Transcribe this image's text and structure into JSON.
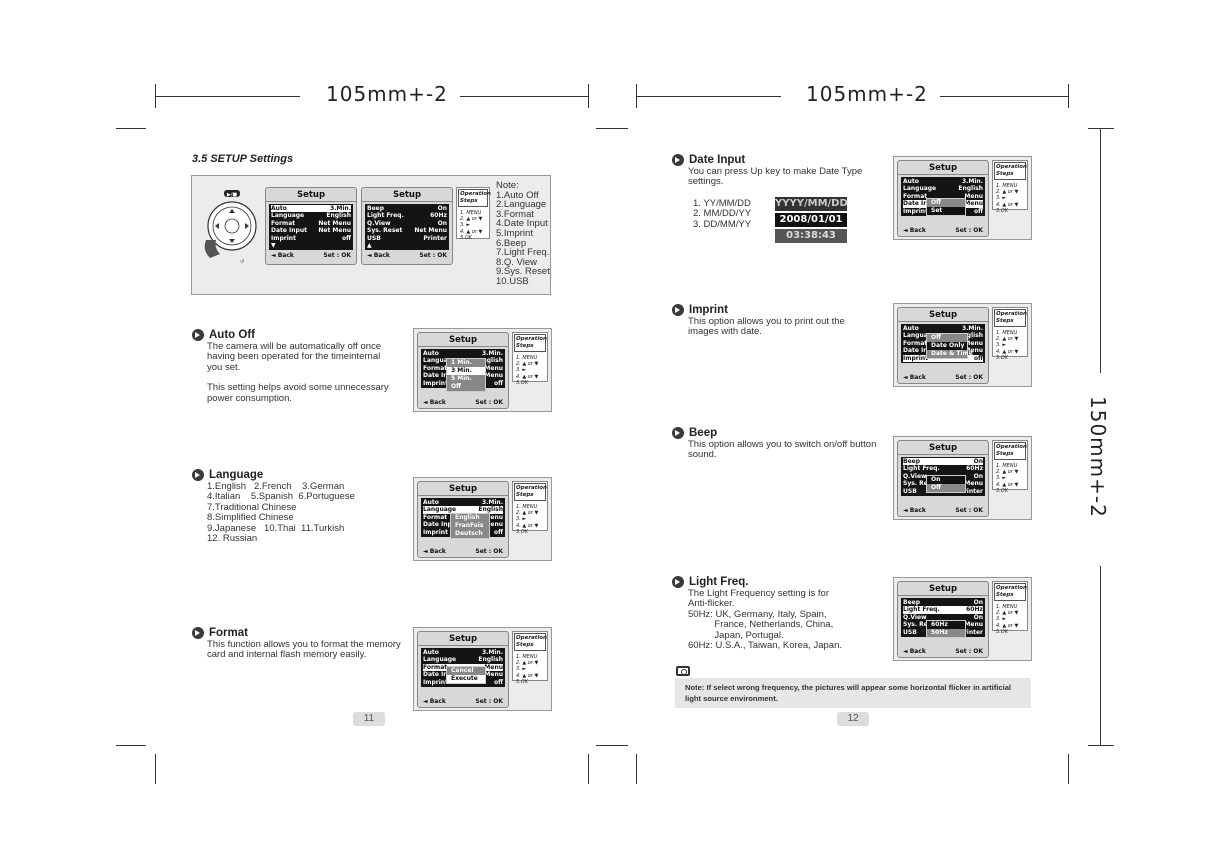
{
  "dimensions": {
    "width_label_left": "105mm+-2",
    "width_label_right": "105mm+-2",
    "height_label": "150mm+-2"
  },
  "left_page": {
    "section_title": "3.5 SETUP Settings",
    "figure": {
      "screen1": {
        "title": "Setup",
        "rows": [
          {
            "k": "Auto",
            "v": "3.Min.",
            "sel": false
          },
          {
            "k": "Language",
            "v": "English",
            "sel": false
          },
          {
            "k": "Format",
            "v": "Net Menu",
            "sel": false
          },
          {
            "k": "Date Input",
            "v": "Net Menu",
            "sel": false
          },
          {
            "k": "Imprint",
            "v": "off",
            "sel": false
          }
        ],
        "back": "◄ Back",
        "set": "Set : OK"
      },
      "screen2": {
        "title": "Setup",
        "rows": [
          {
            "k": "Beep",
            "v": "On"
          },
          {
            "k": "Light Freq.",
            "v": "60Hz"
          },
          {
            "k": "Q.View",
            "v": "On"
          },
          {
            "k": "Sys. Reset",
            "v": "Net Menu"
          },
          {
            "k": "USB",
            "v": "Printer"
          }
        ],
        "back": "◄ Back",
        "set": "Set : OK"
      },
      "op_title": "Operation Steps",
      "op_steps": [
        "1. MENU",
        "2. ▲ or ▼",
        "3. ►",
        "4. ▲ or ▼",
        "5.OK"
      ],
      "note_title": "Note:",
      "notes": [
        "1.Auto Off",
        "2.Language",
        "3.Format",
        "4.Date Input",
        "5.Imprint",
        "6.Beep",
        "7.Light Freq.",
        "8.Q. View",
        "9.Sys. Reset",
        "10.USB"
      ]
    },
    "auto_off": {
      "title": "Auto Off",
      "p1": "The camera will be automatically off once having been operated for the timeinternal you set.",
      "p2": "This setting helps avoid some unnecessary power consumption.",
      "screen": {
        "title": "Setup",
        "rows": [
          [
            "Auto",
            "3.Min."
          ],
          [
            "Langua",
            "nglish"
          ],
          [
            "Format",
            "Menu"
          ],
          [
            "Date In",
            "Menu"
          ],
          [
            "Imprint",
            "off"
          ]
        ],
        "popup": [
          "1 Min.",
          "3 Min.",
          "5 Min.",
          "Off"
        ]
      }
    },
    "language": {
      "title": "Language",
      "lines": [
        "1.English   2.French    3.German",
        "4.Italian    5.Spanish  6.Portuguese",
        "7.Traditional Chinese",
        "8.Simplified Chinese",
        "9.Japanese   10.Thai  11.Turkish",
        "12. Russian"
      ],
      "screen": {
        "title": "Setup",
        "rows": [
          [
            "Auto",
            "3.Min."
          ],
          [
            "Language",
            "English"
          ],
          [
            "Format",
            "lenu"
          ],
          [
            "Date Inp",
            "lenu"
          ],
          [
            "Imprint",
            "off"
          ]
        ],
        "popup": [
          "English",
          "FranFais",
          "Deutsch"
        ]
      }
    },
    "format": {
      "title": "Format",
      "text": "This function allows you to format the memory card and internal flash memory easily.",
      "screen": {
        "title": "Setup",
        "rows": [
          [
            "Auto",
            "3.Min."
          ],
          [
            "Language",
            "English"
          ],
          [
            "Format",
            "Menu"
          ],
          [
            "Date In",
            "Menu"
          ],
          [
            "Imprint",
            "off"
          ]
        ],
        "popup": [
          "Cancel",
          "Execute"
        ]
      }
    },
    "page_number": "11"
  },
  "right_page": {
    "date_input": {
      "title": "Date Input",
      "text": "You can press Up key to make Date Type settings.",
      "options": [
        "1. YY/MM/DD",
        "2. MM/DD/YY",
        "3. DD/MM/YY"
      ],
      "display": [
        "YYYY/MM/DD",
        "2008/01/01",
        "03:38:43"
      ],
      "screen": {
        "title": "Setup",
        "rows": [
          [
            "Auto",
            "3.Min."
          ],
          [
            "Language",
            "English"
          ],
          [
            "Format",
            "Menu"
          ],
          [
            "Date In",
            "Menu"
          ],
          [
            "Imprint",
            "off"
          ]
        ],
        "popup": [
          "Off",
          "Set"
        ]
      }
    },
    "imprint": {
      "title": "Imprint",
      "text": "This option allows you to print out the images with date.",
      "screen": {
        "title": "Setup",
        "rows": [
          [
            "Auto",
            "3.Min."
          ],
          [
            "Langua",
            "glish"
          ],
          [
            "Format",
            "Menu"
          ],
          [
            "Date In",
            "Menu"
          ],
          [
            "Imprint",
            "off"
          ]
        ],
        "popup": [
          "Off",
          "Date Only",
          "Date & Time"
        ]
      }
    },
    "beep": {
      "title": "Beep",
      "text": "This option allows you to switch on/off button sound.",
      "screen": {
        "title": "Setup",
        "rows": [
          [
            "Beep",
            "On"
          ],
          [
            "Light Freq.",
            "60Hz"
          ],
          [
            "Q.View",
            "On"
          ],
          [
            "Sys. Re",
            "Menu"
          ],
          [
            "USB",
            "rinter"
          ]
        ],
        "popup": [
          "On",
          "Off"
        ]
      }
    },
    "light_freq": {
      "title": "Light Freq.",
      "lines": [
        "The Light Frequency setting is for",
        "Anti-flicker.",
        "50Hz: UK, Germany, Italy, Spain,",
        "          France, Netherlands, China,",
        "          Japan, Portugal.",
        "60Hz: U.S.A., Taiwan, Korea, Japan."
      ],
      "screen": {
        "title": "Setup",
        "rows": [
          [
            "Beep",
            "On"
          ],
          [
            "Light Freq.",
            "60Hz"
          ],
          [
            "Q.View",
            "On"
          ],
          [
            "Sys. Re",
            "Menu"
          ],
          [
            "USB",
            "rinter"
          ]
        ],
        "popup": [
          "60Hz",
          "50Hz"
        ]
      }
    },
    "note": "Note: If select wrong frequency, the pictures will appear some horizontal flicker in artificial light source environment.",
    "page_number": "12"
  },
  "screen_common": {
    "back": "◄ Back",
    "set": "Set : OK",
    "op_title": "Operation Steps",
    "op_steps": [
      "1. MENU",
      "2. ▲ or ▼",
      "3. ►",
      "4. ▲ or ▼",
      "5.OK"
    ]
  }
}
